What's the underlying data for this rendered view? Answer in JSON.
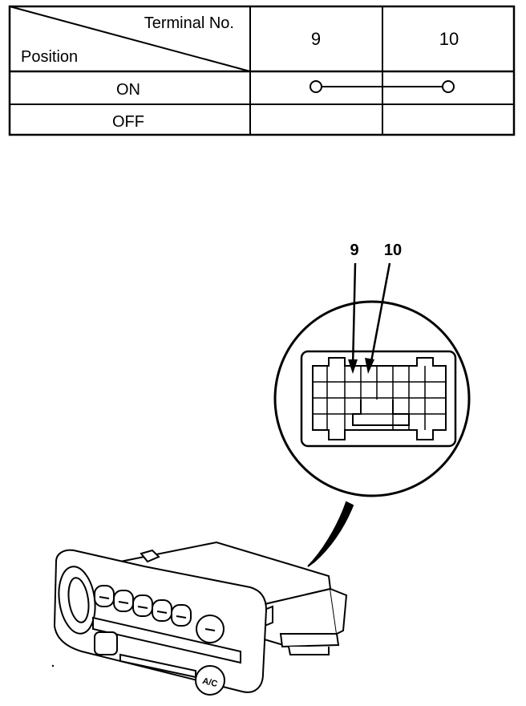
{
  "table": {
    "header_terminal": "Terminal No.",
    "header_position": "Position",
    "terminals": [
      "9",
      "10"
    ],
    "rows": [
      {
        "position": "ON",
        "connected_terminals": [
          "9",
          "10"
        ]
      },
      {
        "position": "OFF",
        "connected_terminals": []
      }
    ]
  },
  "diagram": {
    "callouts": [
      "9",
      "10"
    ],
    "button_label": "A/C"
  }
}
